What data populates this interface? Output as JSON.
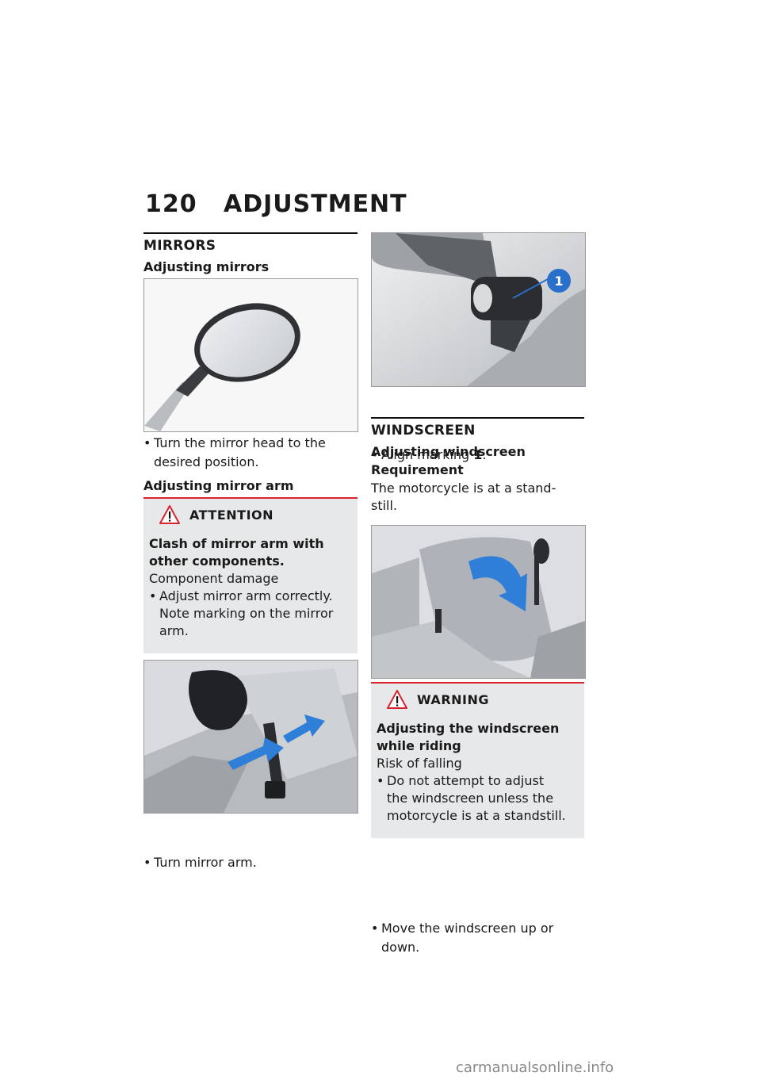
{
  "page": {
    "number": "120",
    "title": "ADJUSTMENT"
  },
  "left": {
    "section_mirrors": "MIRRORS",
    "sub_adjusting_mirrors": "Adjusting mirrors",
    "bullet_mirror_head_1": "Turn the mirror head to the",
    "bullet_mirror_head_2": "desired position.",
    "sub_adjusting_mirror_arm": "Adjusting mirror arm",
    "attention": {
      "label": "ATTENTION",
      "heading_1": "Clash of mirror arm with",
      "heading_2": "other components.",
      "consequence": "Component damage",
      "bullet_1": "Adjust mirror arm correctly.",
      "bullet_2": "Note marking on the mirror",
      "bullet_3": "arm."
    },
    "bullet_turn_arm": "Turn mirror arm."
  },
  "right": {
    "bullet_align_prefix": "Align marking ",
    "bullet_align_num": "1",
    "bullet_align_suffix": ".",
    "callout_number": "1",
    "section_windscreen": "WINDSCREEN",
    "sub_adjusting_windscreen": "Adjusting windscreen",
    "requirement_label": "Requirement",
    "requirement_1": "The motorcycle is at a stand-",
    "requirement_2": "still.",
    "warning": {
      "label": "WARNING",
      "heading_1": "Adjusting the windscreen",
      "heading_2": "while riding",
      "consequence": "Risk of falling",
      "bullet_1": "Do not attempt to adjust",
      "bullet_2": "the windscreen unless the",
      "bullet_3": "motorcycle is at a standstill."
    },
    "bullet_move_1": "Move the windscreen up or",
    "bullet_move_2": "down."
  },
  "footer": {
    "watermark": "carmanualsonline.info"
  },
  "colors": {
    "notice_rule": "#d9232e",
    "notice_bg": "#e7e8ea",
    "arrow_blue": "#2f7fd8",
    "callout_blue": "#2a6fc9"
  }
}
